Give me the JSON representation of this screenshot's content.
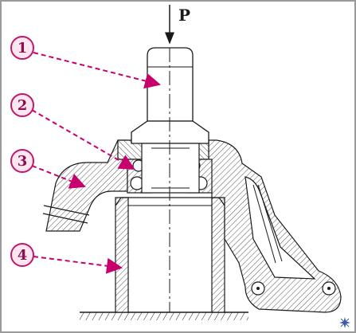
{
  "force_label": "P",
  "callouts": [
    {
      "number": "1"
    },
    {
      "number": "2"
    },
    {
      "number": "3"
    },
    {
      "number": "4"
    }
  ],
  "colors": {
    "frame": "#9a9a9a",
    "line": "#1a1a1a",
    "hatch": "#555555",
    "callout_fill": "#fde6f0",
    "callout_stroke": "#c0186a",
    "callout_text": "#8a1050",
    "leader": "#c8006e"
  },
  "icons": {
    "corner_mark": "spark-icon"
  }
}
